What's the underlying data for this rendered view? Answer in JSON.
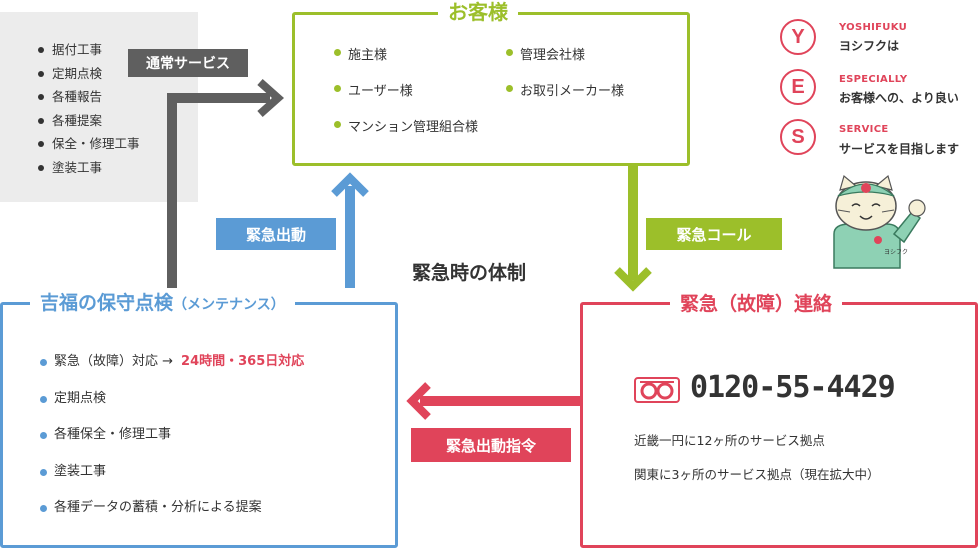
{
  "regular_services": {
    "items": [
      "据付工事",
      "定期点検",
      "各種報告",
      "各種提案",
      "保全・修理工事",
      "塗装工事"
    ],
    "tag": "通常サービス"
  },
  "customers": {
    "title": "お客様",
    "items": [
      "施主様",
      "管理会社様",
      "ユーザー様",
      "お取引メーカー様",
      "マンション管理組合様"
    ]
  },
  "yes": {
    "items": [
      {
        "letter": "Y",
        "key": "YOSHIFUKU",
        "desc": "ヨシフクは"
      },
      {
        "letter": "E",
        "key": "ESPECIALLY",
        "desc": "お客様への、より良い"
      },
      {
        "letter": "S",
        "key": "SERVICE",
        "desc": "サービスを目指します"
      }
    ]
  },
  "mascot": {
    "icon": "mascot-cat-icon",
    "badge": "ヨシフク"
  },
  "flow": {
    "emergency_dispatch": "緊急出動",
    "emergency_call": "緊急コール",
    "center_title": "緊急時の体制",
    "dispatch_order": "緊急出動指令"
  },
  "maintenance": {
    "title_main": "吉福の保守点検",
    "title_sub": "（メンテナンス）",
    "items": [
      {
        "text": "緊急（故障）対応 →",
        "highlight": "24時間・365日対応"
      },
      {
        "text": "定期点検"
      },
      {
        "text": "各種保全・修理工事"
      },
      {
        "text": "塗装工事"
      },
      {
        "text": "各種データの蓄積・分析による提案"
      }
    ]
  },
  "emergency_contact": {
    "title": "緊急（故障）連絡",
    "phone": "0120-55-4429",
    "phone_icon": "free-dial-icon",
    "info": [
      "近畿一円に12ヶ所のサービス拠点",
      "関東に3ヶ所のサービス拠点（現在拡大中）"
    ]
  },
  "colors": {
    "green": "#9cbf2a",
    "blue": "#5b9bd5",
    "red": "#e0445a",
    "gray": "#5f5f5f",
    "panel": "#ececec"
  }
}
